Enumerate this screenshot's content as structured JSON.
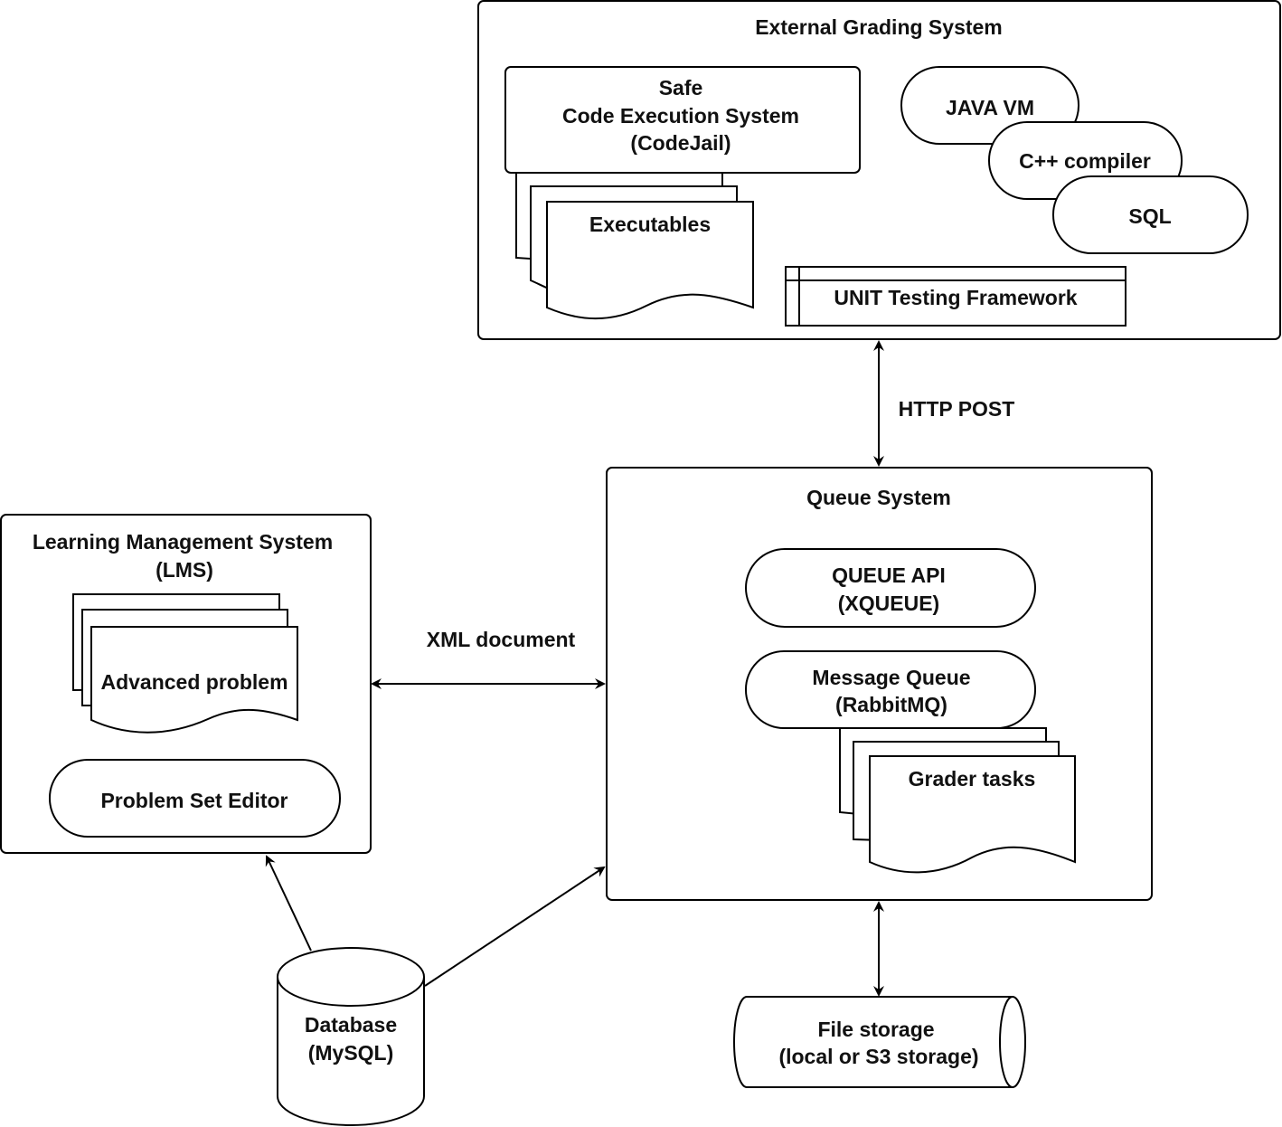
{
  "diagram": {
    "external_grading": {
      "title": "External Grading System",
      "codejail": {
        "line1": "Safe",
        "line2": "Code Execution System",
        "line3": "(CodeJail)"
      },
      "executables": "Executables",
      "java_vm": "JAVA VM",
      "cpp_compiler": "C++ compiler",
      "sql": "SQL",
      "unit_testing": "UNIT Testing Framework"
    },
    "queue_system": {
      "title": "Queue System",
      "queue_api": {
        "line1": "QUEUE API",
        "line2": "(XQUEUE)"
      },
      "message_queue": {
        "line1": "Message Queue",
        "line2": "(RabbitMQ)"
      },
      "grader_tasks": "Grader tasks"
    },
    "lms": {
      "title_line1": "Learning Management System",
      "title_line2": "(LMS)",
      "advanced_problem": "Advanced problem",
      "problem_set_editor": "Problem Set Editor"
    },
    "database": {
      "line1": "Database",
      "line2": "(MySQL)"
    },
    "file_storage": {
      "line1": "File storage",
      "line2": "(local or S3 storage)"
    },
    "edges": {
      "http_post": "HTTP POST",
      "xml_document": "XML document"
    }
  }
}
